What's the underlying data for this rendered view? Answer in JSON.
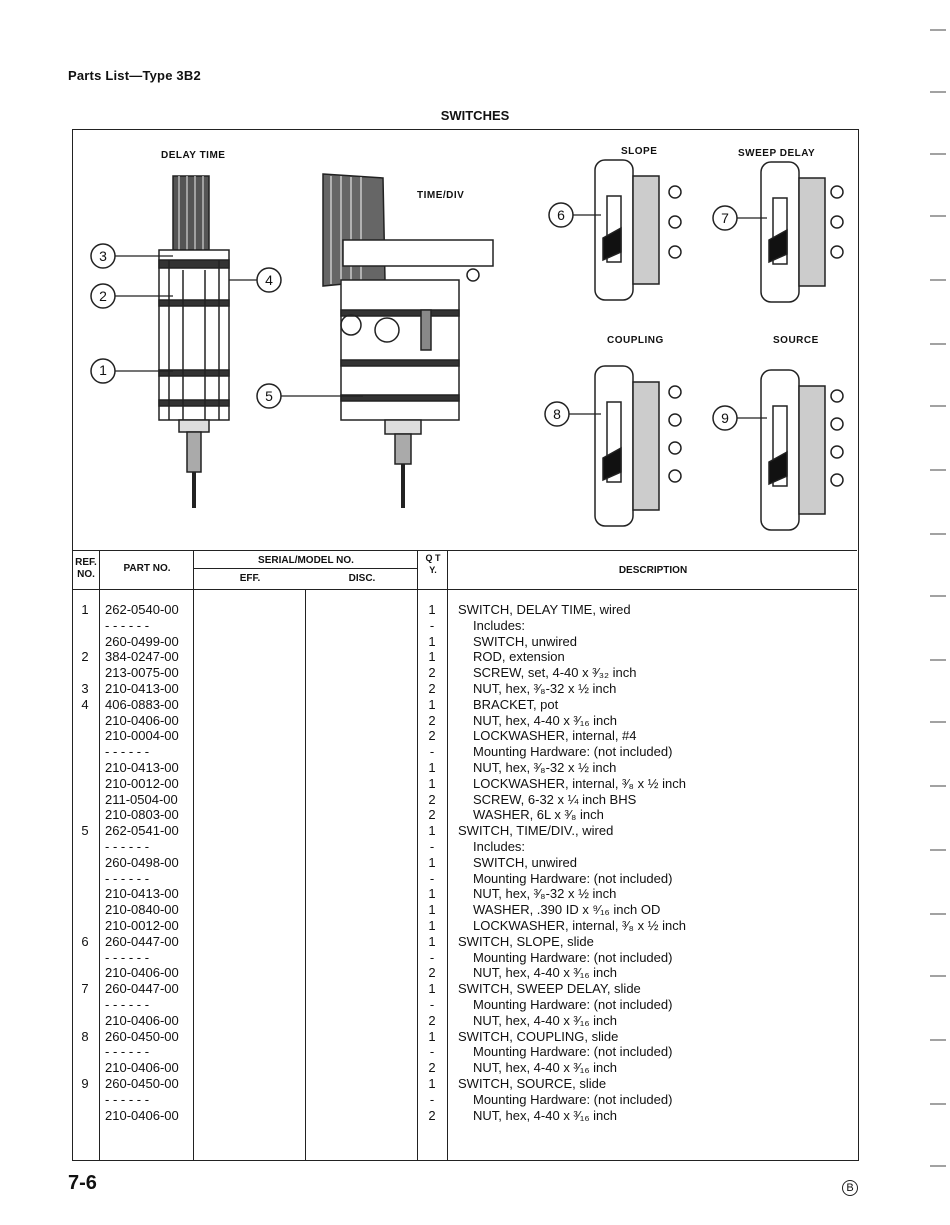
{
  "page_header": "Parts List—Type 3B2",
  "section_title": "SWITCHES",
  "figure": {
    "labels": {
      "delay_time": "DELAY TIME",
      "time_div": "TIME/DIV",
      "slope": "SLOPE",
      "sweep_delay": "SWEEP DELAY",
      "coupling": "COUPLING",
      "source": "SOURCE"
    },
    "callouts": [
      "1",
      "2",
      "3",
      "4",
      "5",
      "6",
      "7",
      "8",
      "9"
    ]
  },
  "table": {
    "headers": {
      "ref": "REF. NO.",
      "part": "PART NO.",
      "serial": "SERIAL/MODEL NO.",
      "eff": "EFF.",
      "disc": "DISC.",
      "qty": "Q T Y.",
      "desc": "DESCRIPTION"
    },
    "rows": [
      {
        "ref": "1",
        "part": "262-0540-00",
        "qty": "1",
        "desc": "SWITCH, DELAY TIME, wired",
        "indent": false
      },
      {
        "ref": "",
        "part": "- - - - - -",
        "qty": "-",
        "desc": "Includes:",
        "indent": true
      },
      {
        "ref": "",
        "part": "260-0499-00",
        "qty": "1",
        "desc": "SWITCH, unwired",
        "indent": true
      },
      {
        "ref": "2",
        "part": "384-0247-00",
        "qty": "1",
        "desc": "ROD, extension",
        "indent": true
      },
      {
        "ref": "",
        "part": "213-0075-00",
        "qty": "2",
        "desc": "SCREW, set, 4-40 x ³⁄₃₂ inch",
        "indent": true
      },
      {
        "ref": "3",
        "part": "210-0413-00",
        "qty": "2",
        "desc": "NUT, hex, ³⁄₈-32 x ½ inch",
        "indent": true
      },
      {
        "ref": "4",
        "part": "406-0883-00",
        "qty": "1",
        "desc": "BRACKET, pot",
        "indent": true
      },
      {
        "ref": "",
        "part": "210-0406-00",
        "qty": "2",
        "desc": "NUT, hex, 4-40 x ³⁄₁₆ inch",
        "indent": true
      },
      {
        "ref": "",
        "part": "210-0004-00",
        "qty": "2",
        "desc": "LOCKWASHER, internal, #4",
        "indent": true
      },
      {
        "ref": "",
        "part": "- - - - - -",
        "qty": "-",
        "desc": "Mounting Hardware: (not included)",
        "indent": true
      },
      {
        "ref": "",
        "part": "210-0413-00",
        "qty": "1",
        "desc": "NUT, hex, ³⁄₈-32 x ½ inch",
        "indent": true
      },
      {
        "ref": "",
        "part": "210-0012-00",
        "qty": "1",
        "desc": "LOCKWASHER, internal, ³⁄₈ x ½ inch",
        "indent": true
      },
      {
        "ref": "",
        "part": "211-0504-00",
        "qty": "2",
        "desc": "SCREW, 6-32 x ¼ inch BHS",
        "indent": true
      },
      {
        "ref": "",
        "part": "210-0803-00",
        "qty": "2",
        "desc": "WASHER, 6L x ³⁄₈ inch",
        "indent": true
      },
      {
        "ref": "5",
        "part": "262-0541-00",
        "qty": "1",
        "desc": "SWITCH, TIME/DIV., wired",
        "indent": false
      },
      {
        "ref": "",
        "part": "- - - - - -",
        "qty": "-",
        "desc": "Includes:",
        "indent": true
      },
      {
        "ref": "",
        "part": "260-0498-00",
        "qty": "1",
        "desc": "SWITCH, unwired",
        "indent": true
      },
      {
        "ref": "",
        "part": "- - - - - -",
        "qty": "-",
        "desc": "Mounting Hardware: (not included)",
        "indent": true
      },
      {
        "ref": "",
        "part": "210-0413-00",
        "qty": "1",
        "desc": "NUT, hex, ³⁄₈-32 x ½ inch",
        "indent": true
      },
      {
        "ref": "",
        "part": "210-0840-00",
        "qty": "1",
        "desc": "WASHER, .390 ID x ⁹⁄₁₆ inch OD",
        "indent": true
      },
      {
        "ref": "",
        "part": "210-0012-00",
        "qty": "1",
        "desc": "LOCKWASHER, internal, ³⁄₈ x ½ inch",
        "indent": true
      },
      {
        "ref": "6",
        "part": "260-0447-00",
        "qty": "1",
        "desc": "SWITCH, SLOPE, slide",
        "indent": false
      },
      {
        "ref": "",
        "part": "- - - - - -",
        "qty": "-",
        "desc": "Mounting Hardware: (not included)",
        "indent": true
      },
      {
        "ref": "",
        "part": "210-0406-00",
        "qty": "2",
        "desc": "NUT, hex, 4-40 x ³⁄₁₆ inch",
        "indent": true
      },
      {
        "ref": "7",
        "part": "260-0447-00",
        "qty": "1",
        "desc": "SWITCH, SWEEP DELAY, slide",
        "indent": false
      },
      {
        "ref": "",
        "part": "- - - - - -",
        "qty": "-",
        "desc": "Mounting Hardware: (not included)",
        "indent": true
      },
      {
        "ref": "",
        "part": "210-0406-00",
        "qty": "2",
        "desc": "NUT, hex, 4-40 x ³⁄₁₆ inch",
        "indent": true
      },
      {
        "ref": "8",
        "part": "260-0450-00",
        "qty": "1",
        "desc": "SWITCH, COUPLING, slide",
        "indent": false
      },
      {
        "ref": "",
        "part": "- - - - - -",
        "qty": "-",
        "desc": "Mounting Hardware: (not included)",
        "indent": true
      },
      {
        "ref": "",
        "part": "210-0406-00",
        "qty": "2",
        "desc": "NUT, hex, 4-40 x ³⁄₁₆ inch",
        "indent": true
      },
      {
        "ref": "9",
        "part": "260-0450-00",
        "qty": "1",
        "desc": "SWITCH, SOURCE, slide",
        "indent": false
      },
      {
        "ref": "",
        "part": "- - - - - -",
        "qty": "-",
        "desc": "Mounting Hardware: (not included)",
        "indent": true
      },
      {
        "ref": "",
        "part": "210-0406-00",
        "qty": "2",
        "desc": "NUT, hex, 4-40 x ³⁄₁₆ inch",
        "indent": true
      }
    ]
  },
  "footer": {
    "page_number": "7-6",
    "mark": "B"
  }
}
